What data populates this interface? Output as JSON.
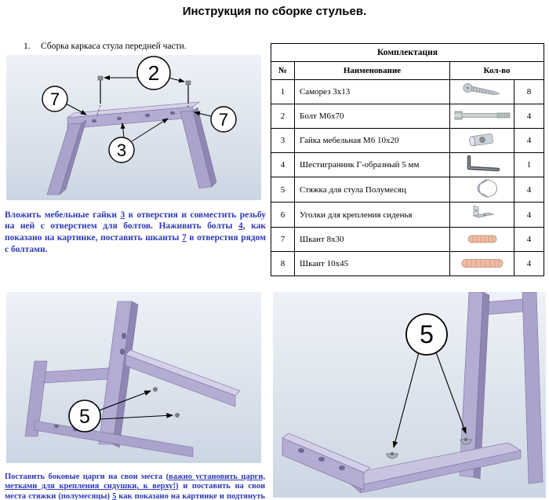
{
  "page": {
    "title": "Инструкция по сборке стульев."
  },
  "step1": {
    "number": "1.",
    "heading": "Сборка каркаса стула передней части.",
    "callouts": [
      "2",
      "7",
      "3",
      "7"
    ],
    "text": [
      "Вложить мебельные гайки ",
      "3",
      " в отверстия и совместить резьбу на ней с отверстием для болтов. Наживить болты ",
      "4",
      ", как показано на картинке, поставить шканты ",
      "7",
      " в отверстия рядом с болтами."
    ]
  },
  "table": {
    "title": "Комплектация",
    "headers": {
      "num": "№",
      "name": "Наименование",
      "qty": "Кол-во"
    },
    "rows": [
      {
        "num": "1",
        "name": "Саморез 3х13",
        "icon": "screw-icon",
        "qty": "8"
      },
      {
        "num": "2",
        "name": "Болт  М6х70",
        "icon": "bolt-icon",
        "qty": "4"
      },
      {
        "num": "3",
        "name": "Гайка мебельная М6 10х20",
        "icon": "barrel-nut-icon",
        "qty": "4"
      },
      {
        "num": "4",
        "name": "Шестигранник Г-образный 5 мм",
        "icon": "hex-key-icon",
        "qty": "1"
      },
      {
        "num": "5",
        "name": "Стяжка для стула Полумесяц",
        "icon": "half-moon-bracket-icon",
        "qty": "4"
      },
      {
        "num": "6",
        "name": "Уголки для крепления сиденья",
        "icon": "corner-bracket-icon",
        "qty": "4"
      },
      {
        "num": "7",
        "name": "Шкант 8х30",
        "icon": "dowel-8x30-icon",
        "qty": "4"
      },
      {
        "num": "8",
        "name": "Шкант 10х45",
        "icon": "dowel-10x45-icon",
        "qty": "4"
      }
    ]
  },
  "step2": {
    "callout": "5",
    "text": [
      "Поставить боковые царги на свои места ",
      "(важно установить царги, метками для крепления сидушки, к верху!)",
      " и поставить на свои места стяжки (полумесяцы) ",
      "5",
      " как показано на картинке и подтянуть болты."
    ]
  },
  "step3": {
    "callout": "5"
  }
}
